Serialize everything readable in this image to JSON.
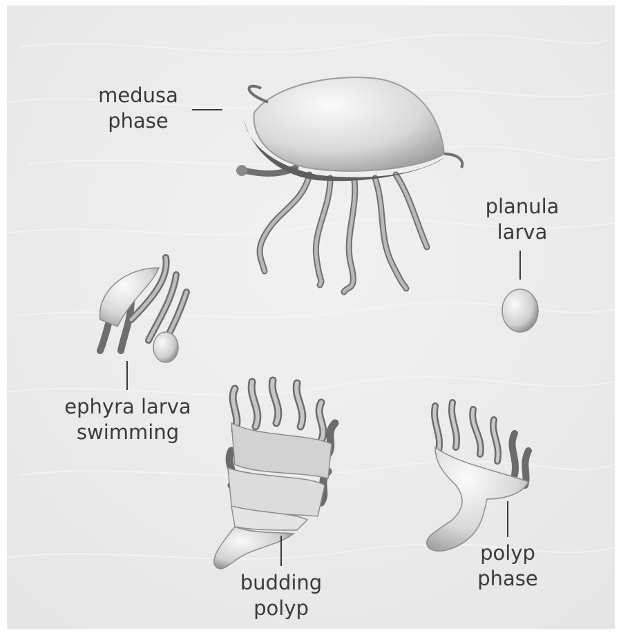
{
  "diagram": {
    "stages": [
      {
        "id": "medusa",
        "line1": "medusa",
        "line2": "phase"
      },
      {
        "id": "planula",
        "line1": "planula",
        "line2": "larva"
      },
      {
        "id": "ephyra",
        "line1": "ephyra larva",
        "line2": "swimming"
      },
      {
        "id": "budding",
        "line1": "budding",
        "line2": "polyp"
      },
      {
        "id": "polyp",
        "line1": "polyp",
        "line2": "phase"
      }
    ]
  }
}
